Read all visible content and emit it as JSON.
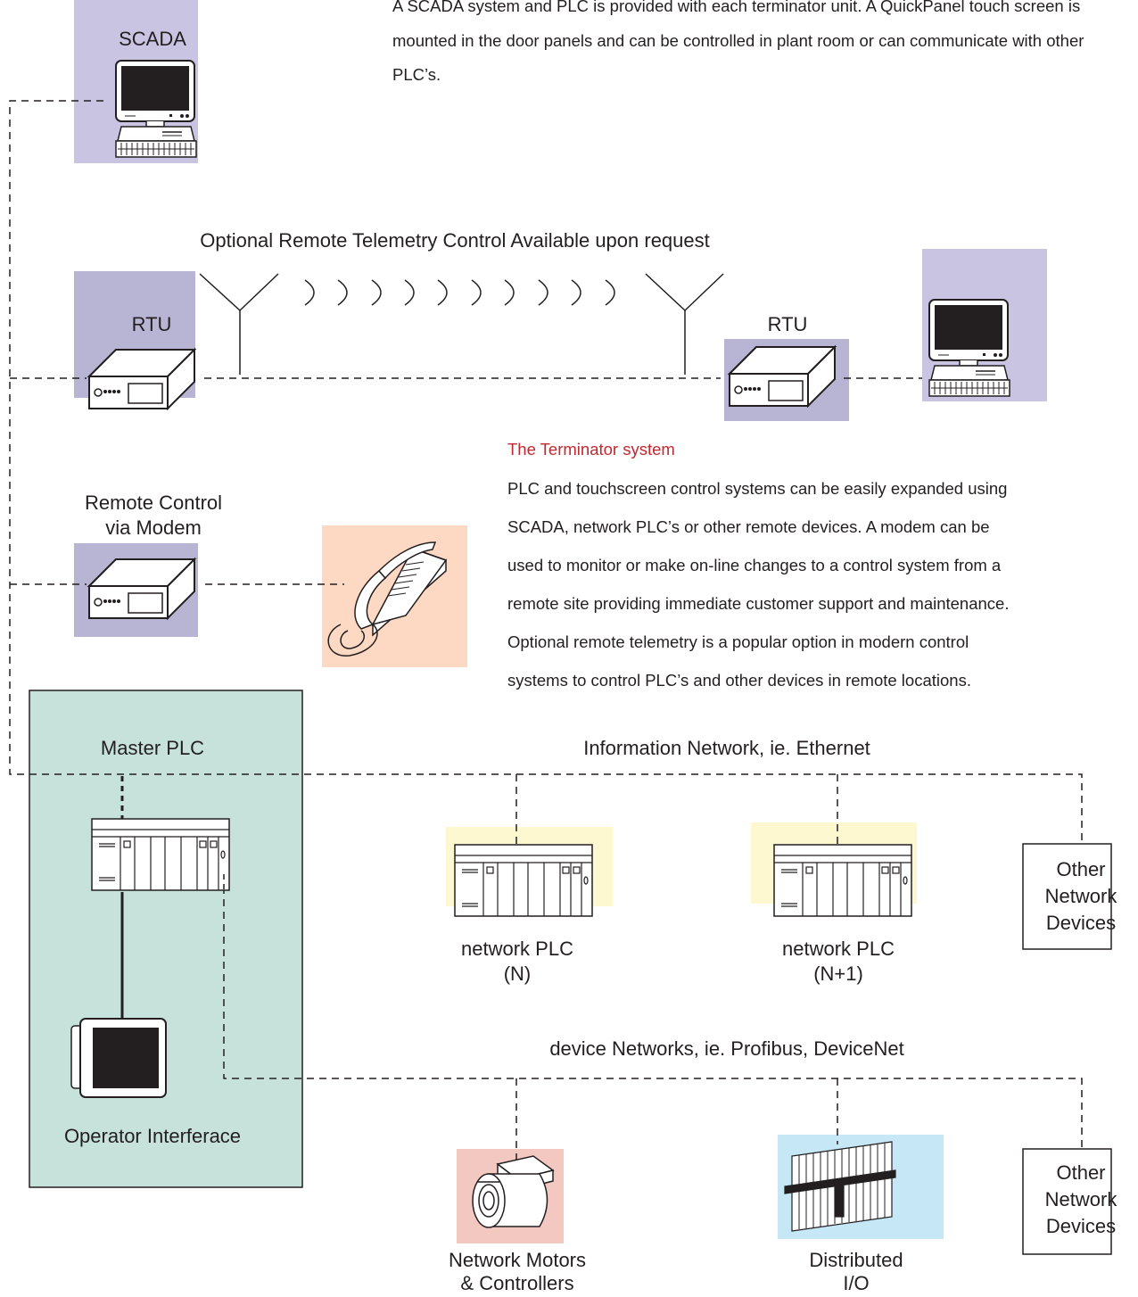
{
  "intro_text": "A SCADA system and PLC is provided with each terminator unit. A QuickPanel touch screen is mounted in the door panels and can be controlled in plant room or can communicate with other PLC’s.",
  "labels": {
    "scada": "SCADA",
    "telemetry": "Optional Remote Telemetry Control Available upon request",
    "rtu_left": "RTU",
    "rtu_right": "RTU",
    "modem_line1": "Remote Control",
    "modem_line2": "via Modem",
    "master_plc": "Master PLC",
    "operator_interface": "Operator Interferace",
    "info_network": "Information Network, ie. Ethernet",
    "network_plc_1_line1": "network PLC",
    "network_plc_1_line2": "(N)",
    "network_plc_2_line1": "network PLC",
    "network_plc_2_line2": "(N+1)",
    "other_devices_1": [
      "Other",
      "Network",
      "Devices"
    ],
    "device_network": "device Networks, ie. Profibus, DeviceNet",
    "motors_line1": "Network Motors",
    "motors_line2": "& Controllers",
    "dist_io_line1": "Distributed",
    "dist_io_line2": "I/O",
    "other_devices_2": [
      "Other",
      "Network",
      "Devices"
    ]
  },
  "terminator": {
    "heading": "The Terminator system",
    "lines": [
      "PLC and touchscreen control systems can be easily expanded using",
      "SCADA, network PLC’s or other remote devices.  A modem can be",
      "used to monitor or make on-line changes to a control system from a",
      "remote site providing immediate customer support and maintenance.",
      "Optional remote telemetry is a popular option in modern control",
      "systems to control PLC’s and other devices in remote locations."
    ]
  },
  "colors": {
    "lavender": "#c9c4e2",
    "rtu_lavender": "#b8b4d4",
    "peach": "#fdd8c2",
    "teal": "#c6e2da",
    "pale_yellow": "#fdf8cf",
    "salmon": "#f2c8c0",
    "light_blue": "#c5e7f6",
    "accent_red": "#c0282f"
  },
  "icons": [
    "computer-icon",
    "rtu-icon",
    "antenna-icon",
    "radio-wave-icon",
    "telephone-icon",
    "plc-rack-icon",
    "touch-panel-icon",
    "motor-icon",
    "distributed-io-icon"
  ]
}
